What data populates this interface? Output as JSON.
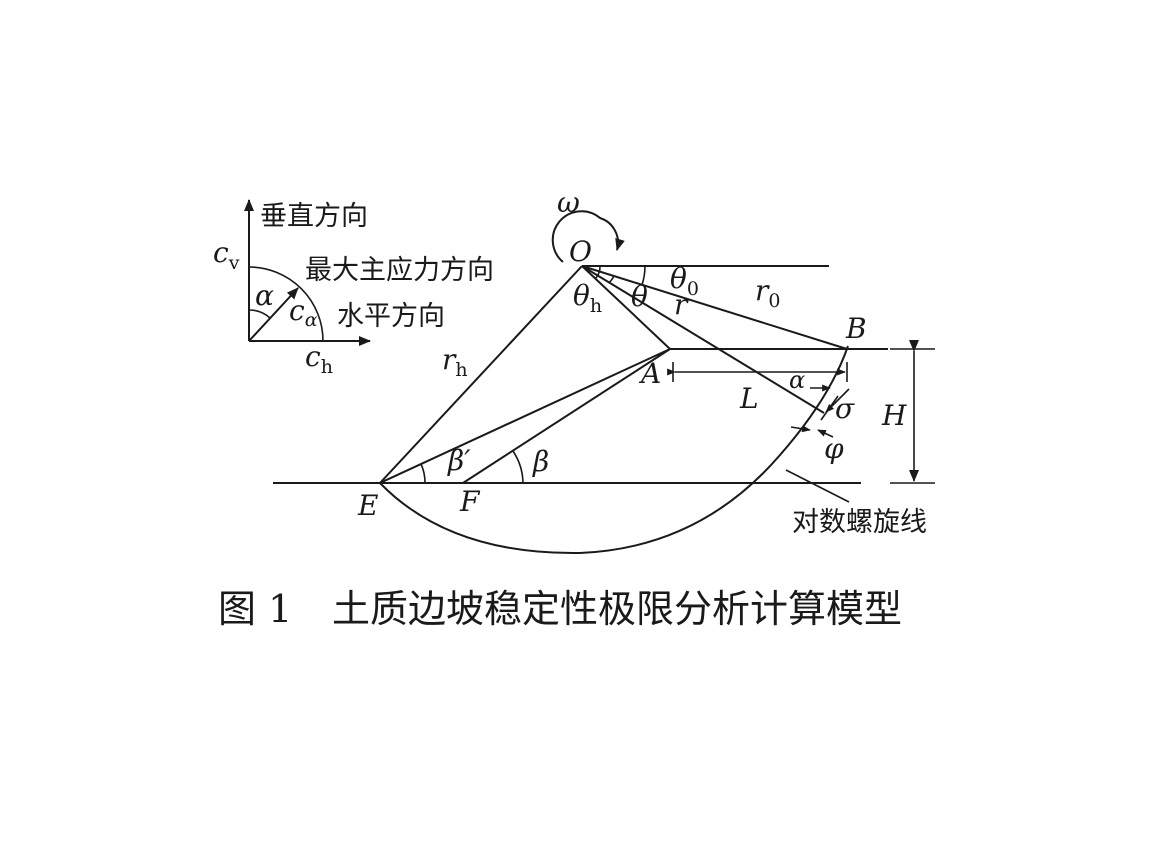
{
  "figure": {
    "caption_number": "图 1",
    "caption_text": "土质边坡稳定性极限分析计算模型"
  },
  "inset": {
    "vertical_direction": "垂直方向",
    "max_principal_stress_direction": "最大主应力方向",
    "horizontal_direction": "水平方向",
    "cv_main": "c",
    "cv_sub": "v",
    "ch_main": "c",
    "ch_sub": "h",
    "ca_main": "c",
    "ca_sub": "α",
    "alpha": "α"
  },
  "labels": {
    "omega": "ω",
    "O": "O",
    "theta0_main": "θ",
    "theta0_sub": "0",
    "r0_main": "r",
    "r0_sub": "0",
    "thetah_main": "θ",
    "thetah_sub": "h",
    "theta": "θ",
    "r": "r",
    "B": "B",
    "A": "A",
    "rh_main": "r",
    "rh_sub": "h",
    "L": "L",
    "alpha": "α",
    "sigma": "σ",
    "phi": "φ",
    "H": "H",
    "beta_prime": "β′",
    "beta": "β",
    "E": "E",
    "F": "F",
    "log_spiral": "对数螺旋线"
  }
}
